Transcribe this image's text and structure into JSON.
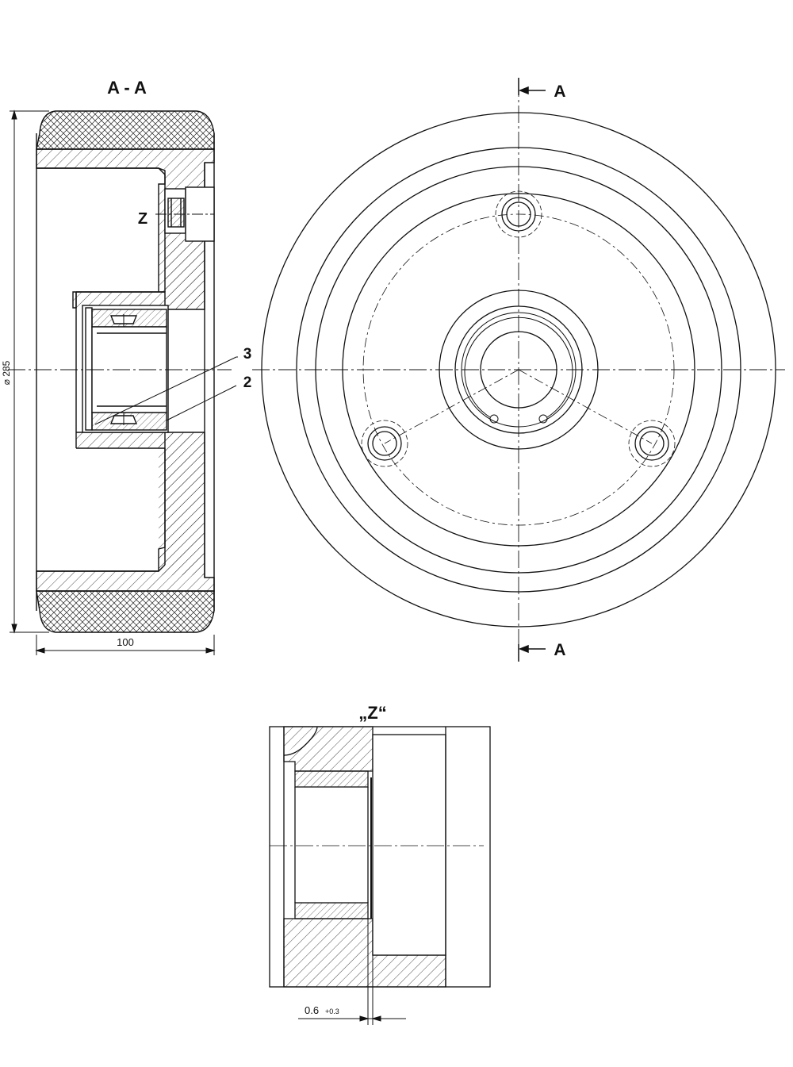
{
  "section_view": {
    "title": "A - A",
    "detail_marker": "Z",
    "diameter_dim": "⌀ 285",
    "width_dim": "100",
    "callouts": [
      "3",
      "2"
    ]
  },
  "front_view": {
    "section_marks": [
      "A",
      "A"
    ]
  },
  "detail_view": {
    "title": "„Z“",
    "gap_value": "0.6",
    "gap_tolerance": "+0.3"
  }
}
